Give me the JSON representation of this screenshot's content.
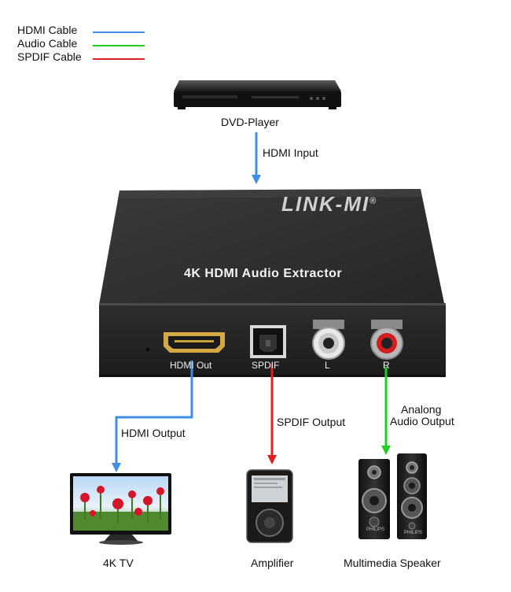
{
  "legend": {
    "items": [
      {
        "label": "HDMI Cable",
        "color": "#3f8fe6"
      },
      {
        "label": "Audio Cable",
        "color": "#22cc22"
      },
      {
        "label": "SPDIF Cable",
        "color": "#e02020"
      }
    ]
  },
  "colors": {
    "hdmi": "#3f8fe6",
    "audio": "#22cc22",
    "spdif": "#e02020",
    "device_body": "#2a2a2a"
  },
  "source": {
    "label": "DVD-Player",
    "input_label": "HDMI Input"
  },
  "device": {
    "brand": "LINK-MI",
    "registered_mark": "®",
    "title": "4K HDMI Audio Extractor",
    "ports": {
      "hdmi_out": "HDMI Out",
      "spdif": "SPDIF",
      "left": "L",
      "right": "R"
    }
  },
  "outputs": {
    "hdmi_output_label": "HDMI Output",
    "spdif_output_label": "SPDIF Output",
    "analog_output_label_line1": "Analong",
    "analog_output_label_line2": "Audio Output"
  },
  "sinks": {
    "tv": "4K TV",
    "amplifier": "Amplifier",
    "speaker": "Multimedia Speaker",
    "speaker_brand": "PHILIPS"
  }
}
